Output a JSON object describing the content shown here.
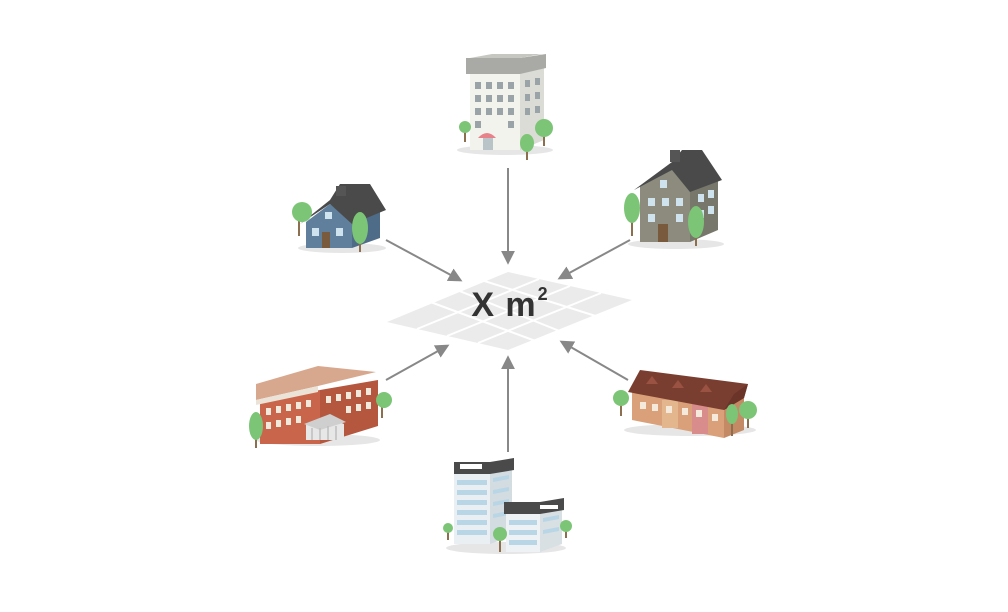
{
  "center": {
    "label_text": "X m",
    "label_superscript": "2"
  },
  "buildings": [
    {
      "id": "office-tower",
      "position_word": "top"
    },
    {
      "id": "small-house",
      "position_word": "upper-left"
    },
    {
      "id": "tall-house",
      "position_word": "upper-right"
    },
    {
      "id": "school",
      "position_word": "lower-left"
    },
    {
      "id": "row-houses",
      "position_word": "lower-right"
    },
    {
      "id": "office-complex",
      "position_word": "bottom"
    }
  ],
  "colors": {
    "background": "#ffffff",
    "arrow": "#888888",
    "grid_fill": "#ebebeb",
    "grid_line": "#ffffff",
    "tree": "#7cc576",
    "roof_dark": "#4a4a4a"
  }
}
